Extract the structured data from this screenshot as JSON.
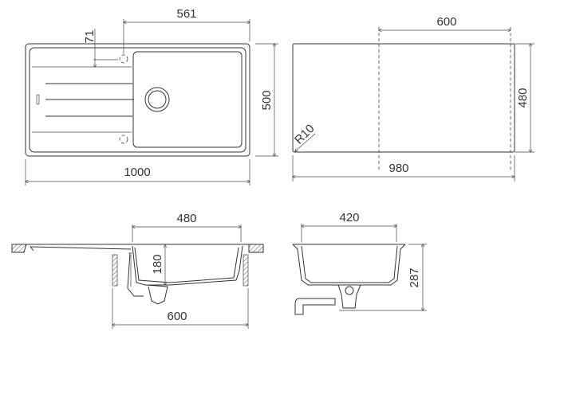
{
  "top_view": {
    "dim_width": "1000",
    "dim_depth": "500",
    "dim_bowl_offset": "561",
    "dim_tap_hole": "71"
  },
  "cutout_view": {
    "dim_width": "980",
    "dim_depth": "480",
    "dim_cabinet": "600",
    "dim_radius": "R10"
  },
  "side_section": {
    "dim_bowl_width": "480",
    "dim_bowl_depth": "180",
    "dim_cabinet": "600"
  },
  "end_section": {
    "dim_bowl_width": "420",
    "dim_total_depth": "287"
  }
}
